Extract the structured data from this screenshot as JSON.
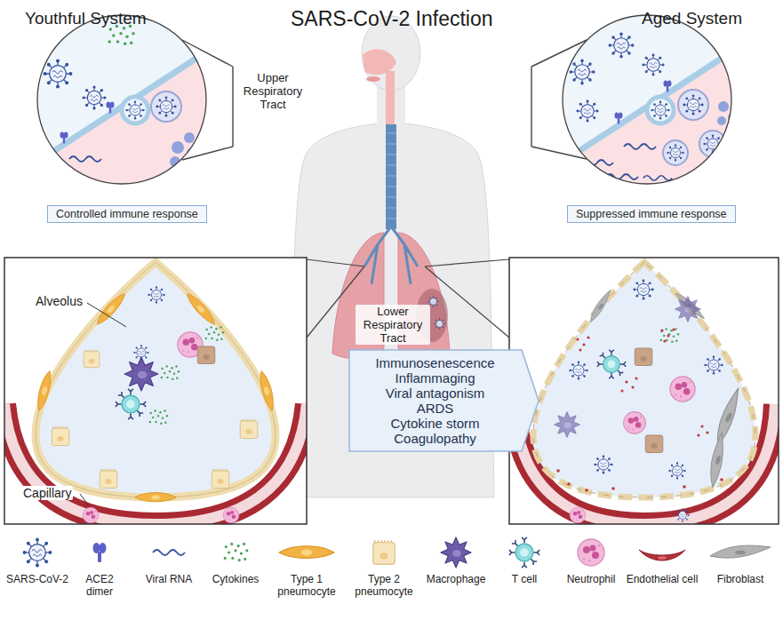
{
  "diagram": {
    "title": "SARS-CoV-2 Infection",
    "nodes": [
      {
        "text": [
          "Controlled immune response"
        ]
      },
      {
        "text": [
          "Suppressed immune response"
        ]
      },
      {
        "text": [
          "Immunosenescence",
          "Inflammaging",
          "Viral antagonism",
          "ARDS",
          "Cytokine storm",
          "Coagulopathy"
        ]
      }
    ],
    "labels": [
      "Youthful System",
      "Aged System",
      "Upper Respiratory Tract",
      "Lower Respiratory Tract",
      "Alveolus",
      "Capillary"
    ],
    "legend": [
      {
        "text": "SARS-CoV-2"
      },
      {
        "text": "ACE2 dimer"
      },
      {
        "text": "Viral RNA"
      },
      {
        "text": "Cytokines"
      },
      {
        "text": "Type 1 pneumocyte"
      },
      {
        "text": "Type 2 pneumocyte"
      },
      {
        "text": "Macrophage"
      },
      {
        "text": "T cell"
      },
      {
        "text": "Neutrophil"
      },
      {
        "text": "Endothelial cell"
      },
      {
        "text": "Fibroblast"
      }
    ]
  }
}
